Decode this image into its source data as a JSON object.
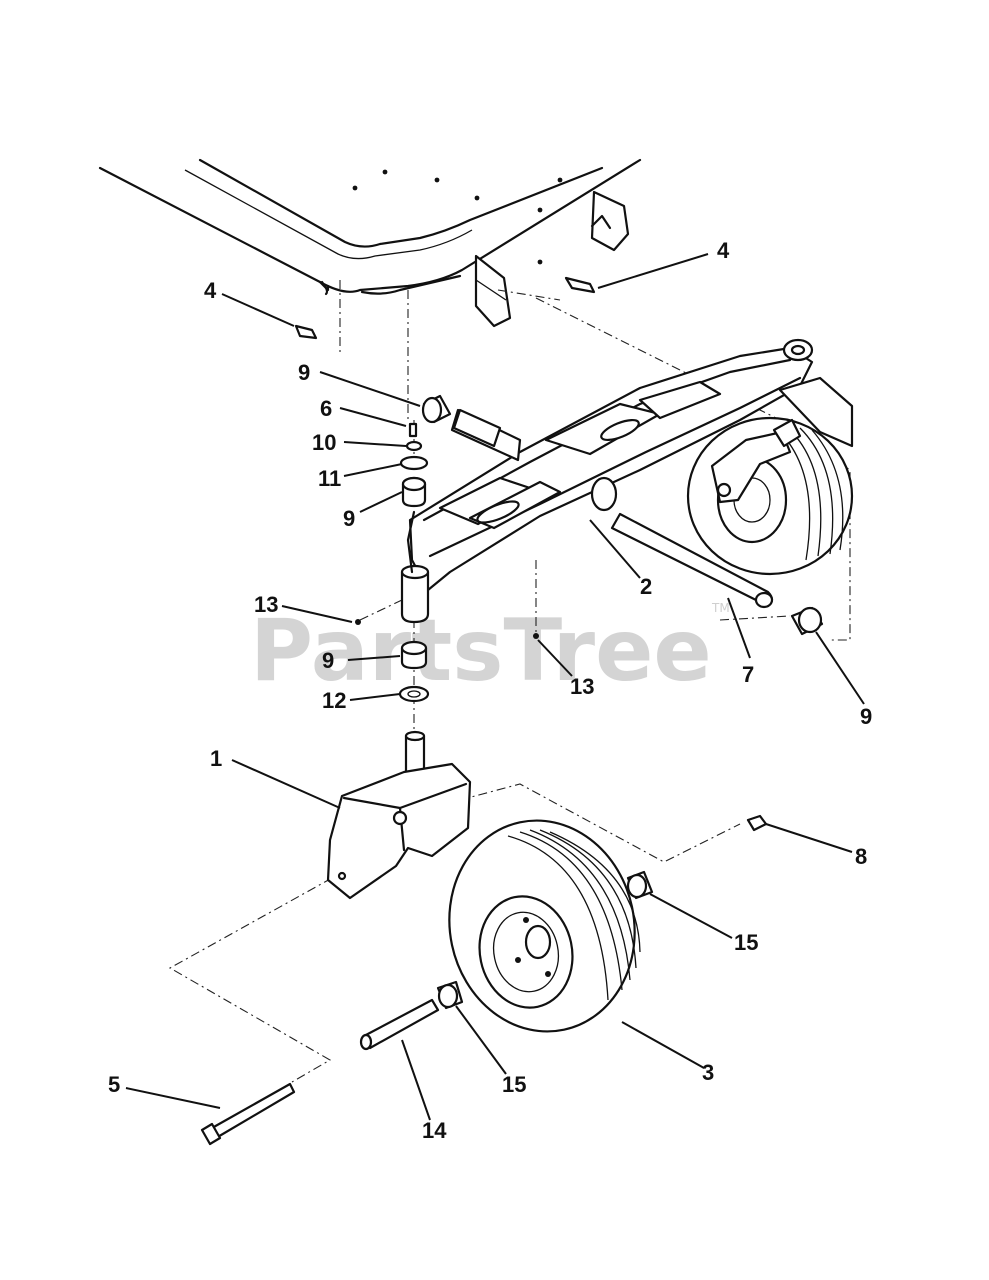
{
  "watermark": {
    "text": "PartsTree",
    "trademark": "TM"
  },
  "callouts": [
    {
      "id": "c4a",
      "label": "4"
    },
    {
      "id": "c4b",
      "label": "4"
    },
    {
      "id": "c9a",
      "label": "9"
    },
    {
      "id": "c6",
      "label": "6"
    },
    {
      "id": "c10",
      "label": "10"
    },
    {
      "id": "c11",
      "label": "11"
    },
    {
      "id": "c9b",
      "label": "9"
    },
    {
      "id": "c2",
      "label": "2"
    },
    {
      "id": "c13a",
      "label": "13"
    },
    {
      "id": "c9c",
      "label": "9"
    },
    {
      "id": "c13b",
      "label": "13"
    },
    {
      "id": "c7",
      "label": "7"
    },
    {
      "id": "c9d",
      "label": "9"
    },
    {
      "id": "c12",
      "label": "12"
    },
    {
      "id": "c1",
      "label": "1"
    },
    {
      "id": "c8",
      "label": "8"
    },
    {
      "id": "c15a",
      "label": "15"
    },
    {
      "id": "c5",
      "label": "5"
    },
    {
      "id": "c3",
      "label": "3"
    },
    {
      "id": "c15b",
      "label": "15"
    },
    {
      "id": "c14",
      "label": "14"
    }
  ]
}
